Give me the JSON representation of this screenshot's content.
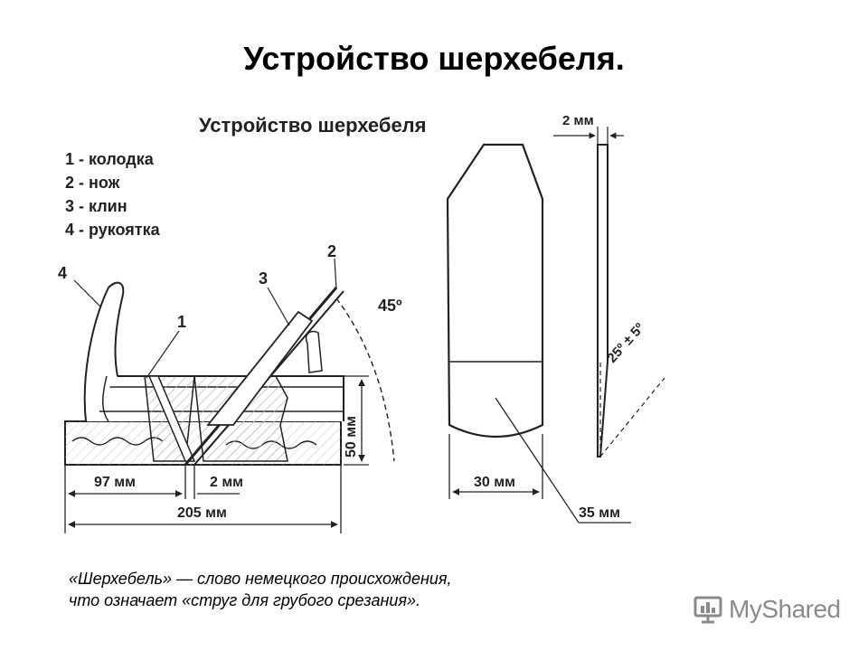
{
  "slide": {
    "title": "Устройство шерхебеля.",
    "caption_lines": [
      "«Шерхебель» — слово немецкого происхождения,",
      "что означает «струг для грубого срезания»."
    ]
  },
  "diagram": {
    "heading": "Устройство шерхебеля",
    "legend": [
      "1 - колодка",
      "2 - нож",
      "3 - клин",
      "4 - рукоятка"
    ],
    "callouts": [
      "1",
      "2",
      "3",
      "4"
    ],
    "dimensions": {
      "angle": "45º",
      "height": "50 мм",
      "front_length": "97 мм",
      "mouth": "2 мм",
      "total_length": "205 мм",
      "blade_width": "30 мм",
      "blade_radius": "35 мм",
      "blade_thickness": "2 мм",
      "bevel_angle": "25º ± 5º"
    }
  },
  "logo": {
    "text": "MyShared"
  }
}
